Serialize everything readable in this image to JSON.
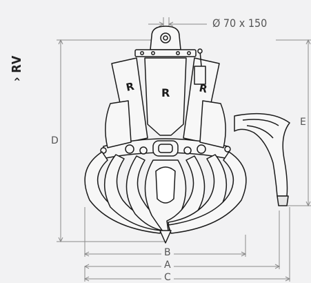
{
  "series_label": "› RV",
  "pin_label": "Ø 70 x 150",
  "dimensions": {
    "d": "D",
    "e": "E",
    "b": "B",
    "a": "A",
    "c": "C"
  },
  "logo_letter": "R",
  "colors": {
    "background": "#f2f2f3",
    "line": "#1a1a1a",
    "dim_line": "#8a8a8a",
    "body_fill": "#f7f7f7"
  }
}
